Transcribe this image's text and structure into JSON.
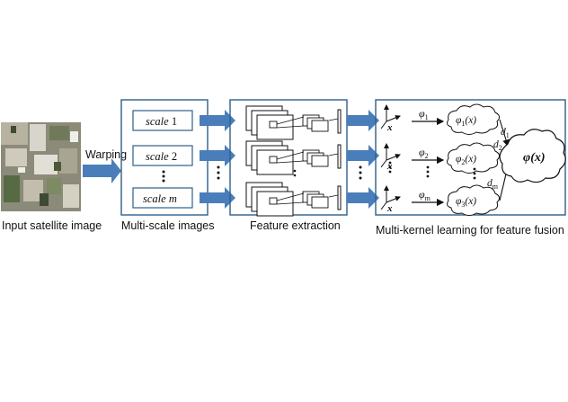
{
  "labels": {
    "input": "Input satellite image",
    "warping": "Warping",
    "multiscale": "Multi-scale images",
    "feature_extraction": "Feature extraction",
    "mkl": "Multi-kernel learning for feature fusion"
  },
  "scales": [
    {
      "word": "scale",
      "index": "1"
    },
    {
      "word": "scale",
      "index": "2"
    },
    {
      "word": "scale",
      "index": "m"
    }
  ],
  "kernel_phi": [
    {
      "sym": "φ",
      "sub": "1"
    },
    {
      "sym": "φ",
      "sub": "2"
    },
    {
      "sym": "φ",
      "sub": "m"
    }
  ],
  "cloud_labels": [
    {
      "sym": "φ",
      "sub": "1",
      "arg": "(x)"
    },
    {
      "sym": "φ",
      "sub": "2",
      "arg": "(x)"
    },
    {
      "sym": "φ",
      "sub": "3",
      "arg": "(x)"
    }
  ],
  "weights": [
    {
      "sym": "d",
      "sub": "1"
    },
    {
      "sym": "d",
      "sub": "2"
    },
    {
      "sym": "d",
      "sub": "m"
    }
  ],
  "fused": "φ(x)",
  "axis_x": "x",
  "colors": {
    "box_border": "#2e5f8a",
    "arrow": "#4a7ebb",
    "ink": "#111111"
  }
}
